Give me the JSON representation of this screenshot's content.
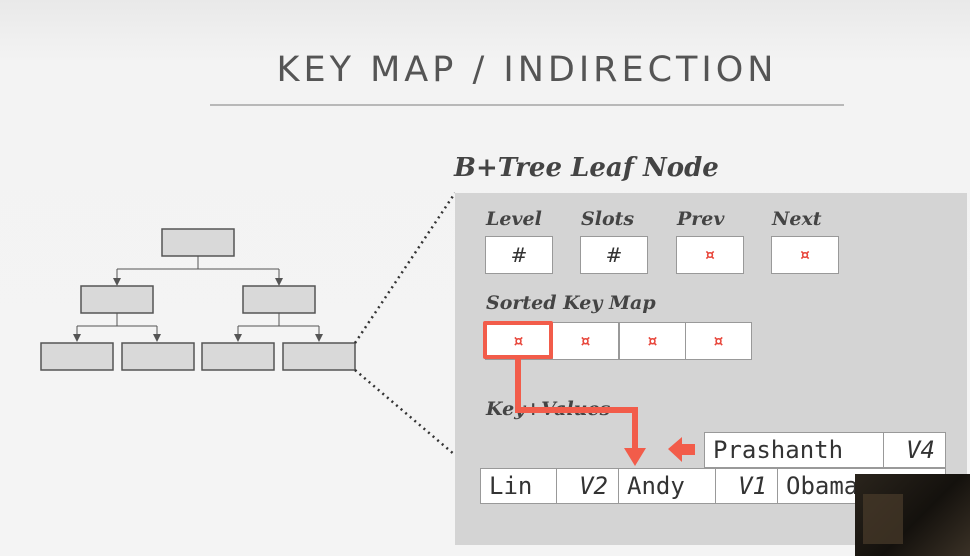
{
  "title": "KEY MAP / INDIRECTION",
  "leaf_node_title": "B+Tree Leaf Node",
  "header_fields": [
    {
      "label": "Level",
      "value": "#"
    },
    {
      "label": "Slots",
      "value": "#"
    },
    {
      "label": "Prev",
      "value": "¤"
    },
    {
      "label": "Next",
      "value": "¤"
    }
  ],
  "sorted_key_map": {
    "label": "Sorted Key Map",
    "slots": [
      "¤",
      "¤",
      "¤",
      "¤"
    ]
  },
  "key_values": {
    "label": "Key+Values",
    "top_row": {
      "key": "Prashanth",
      "value": "V4"
    },
    "bottom_row": [
      {
        "key": "Lin",
        "value": "V2"
      },
      {
        "key": "Andy",
        "value": "V1"
      },
      {
        "key": "Obama",
        "value": ""
      }
    ]
  },
  "colors": {
    "accent": "#f25c4a",
    "panel": "#d4d4d4",
    "node_fill": "#d9d9d9"
  }
}
